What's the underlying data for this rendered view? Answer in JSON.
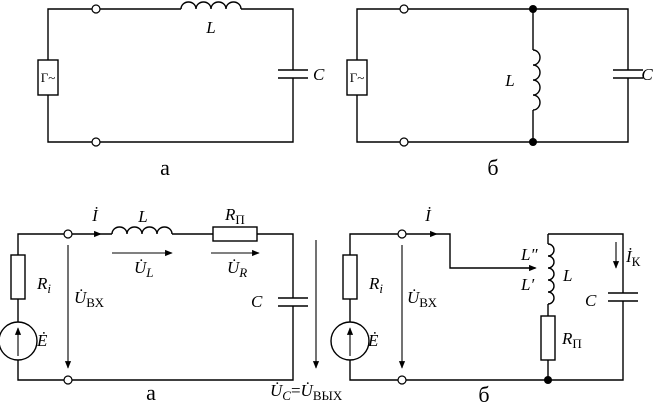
{
  "circuits": {
    "top_left": {
      "caption": "а",
      "generator_label": "Г~",
      "inductor_label": "L",
      "capacitor_label": "C"
    },
    "top_right": {
      "caption": "б",
      "generator_label": "Г~",
      "inductor_label": "L",
      "capacitor_label": "C"
    },
    "bottom_left": {
      "caption": "а",
      "current_label": "İ",
      "inductor_label": "L",
      "resistor_label": "R",
      "resistor_sub": "П",
      "internal_resistor_label": "R",
      "internal_resistor_sub": "i",
      "source_label": "Ė",
      "input_voltage_label": "U̇",
      "input_voltage_sub": "ВХ",
      "inductor_voltage_label": "U̇",
      "inductor_voltage_sub": "L",
      "resistor_voltage_label": "U̇",
      "resistor_voltage_sub": "R",
      "capacitor_label": "C",
      "output_label_left": "U̇",
      "output_label_left_sub": "C",
      "output_label_eq": "=",
      "output_label_right": "U̇",
      "output_label_right_sub": "ВЫХ"
    },
    "bottom_right": {
      "caption": "б",
      "current_label": "İ",
      "internal_resistor_label": "R",
      "internal_resistor_sub": "i",
      "source_label": "Ė",
      "input_voltage_label": "U̇",
      "input_voltage_sub": "ВХ",
      "inductor_label": "L",
      "tap_upper_label": "L″",
      "tap_lower_label": "L′",
      "branch_current_label": "İ",
      "branch_current_sub": "К",
      "capacitor_label": "C",
      "resistor_label": "R",
      "resistor_sub": "П"
    }
  }
}
